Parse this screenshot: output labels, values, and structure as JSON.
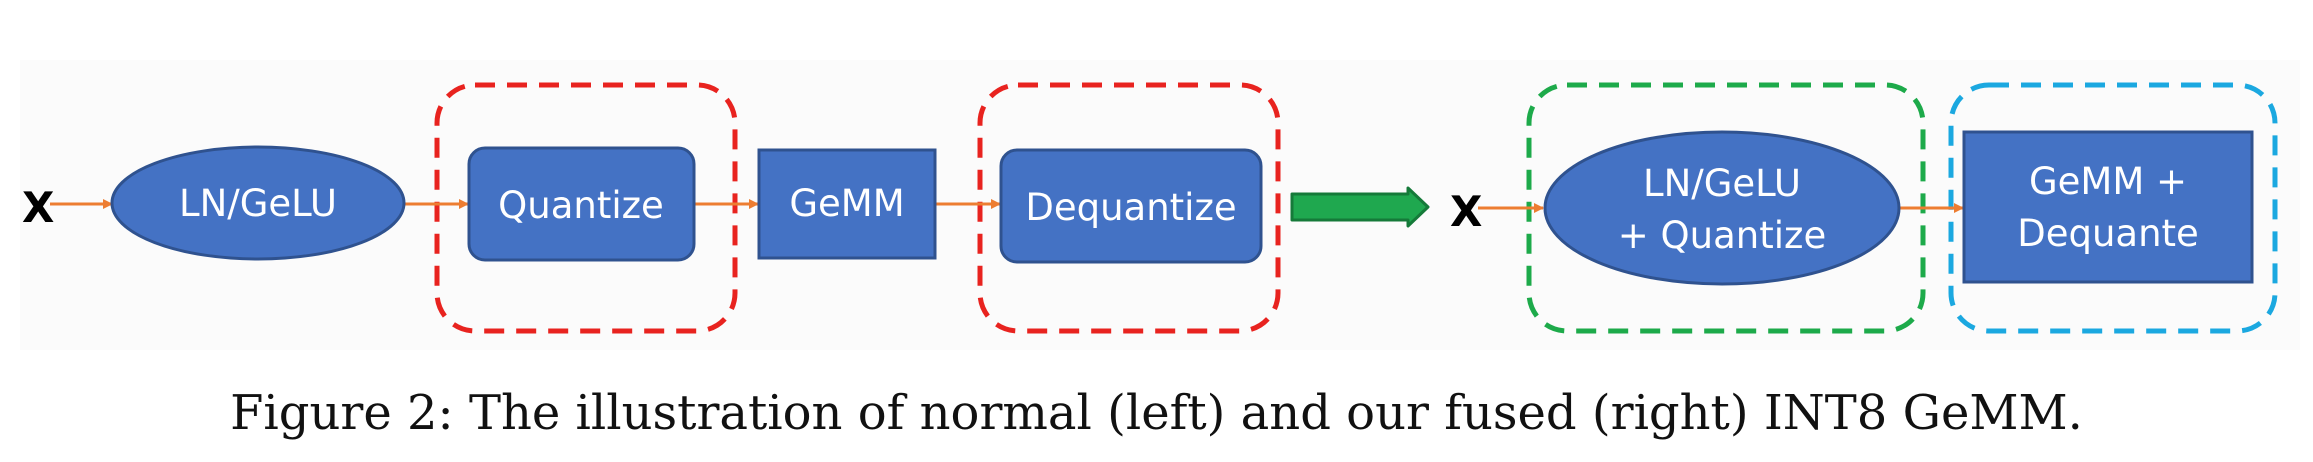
{
  "diagram": {
    "normal": {
      "input": "X",
      "ln_gelu": "LN/GeLU",
      "quantize": "Quantize",
      "gemm": "GeMM",
      "dequantize": "Dequantize"
    },
    "fused": {
      "input": "X",
      "fused_ln_line1": "LN/GeLU",
      "fused_ln_line2": "+ Quantize",
      "fused_gemm_line1": "GeMM +",
      "fused_gemm_line2": "Dequante"
    }
  },
  "caption": "Figure 2: The illustration of normal (left) and our fused (right) INT8 GeMM.",
  "colors": {
    "node_fill": "#4472C4",
    "node_stroke": "#2F528F",
    "arrow": "#ED7D31",
    "normal_group_border": "#E8231F",
    "fused_quant_group_border": "#1DAA4A",
    "fused_gemm_group_border": "#1BA8E0",
    "transition_arrow": "#1FA84F",
    "panel_background": "#FBFBFB"
  }
}
